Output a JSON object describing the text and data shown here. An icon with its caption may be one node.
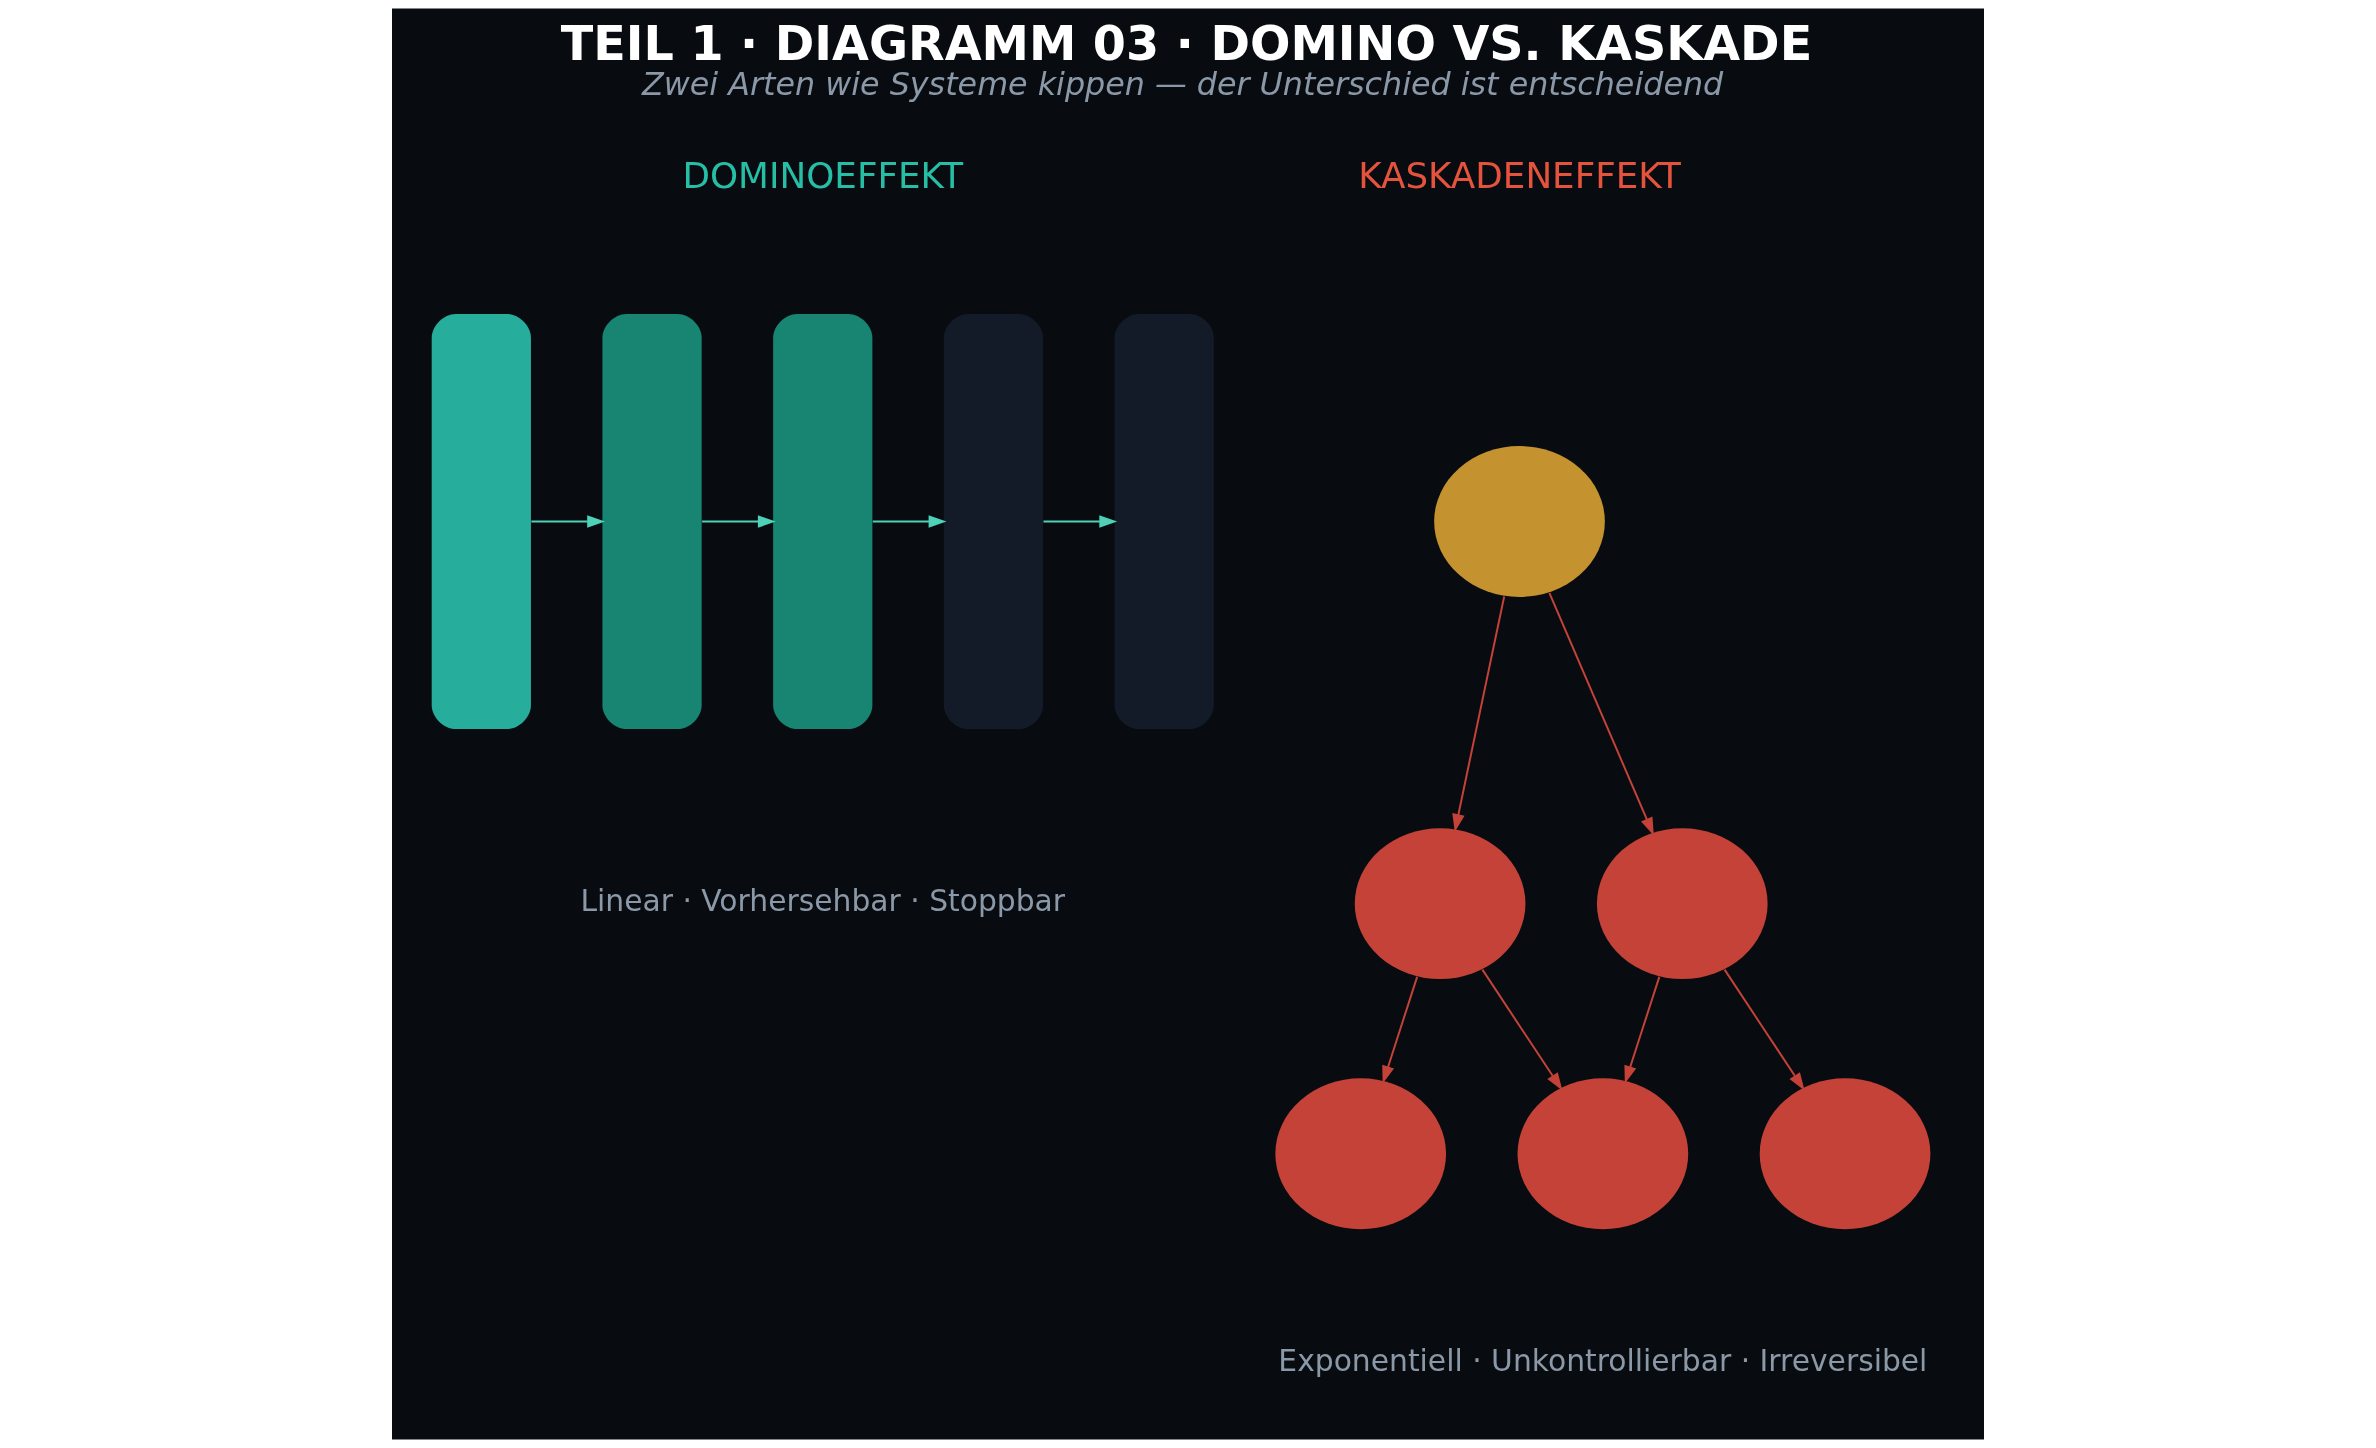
{
  "diagram": {
    "title": "TEIL 1 · DIAGRAMM 03 · DOMINO VS. KASKADE",
    "caption": "Zwei Arten wie Systeme kippen — der Unterschied ist entscheidend",
    "nodes": [
      {
        "text": [],
        "shape": "bar"
      },
      {
        "text": [],
        "shape": "bar"
      },
      {
        "text": [],
        "shape": "bar"
      },
      {
        "text": [],
        "shape": "bar"
      },
      {
        "text": [],
        "shape": "bar"
      },
      {
        "text": [],
        "shape": "circle"
      },
      {
        "text": [],
        "shape": "circle"
      },
      {
        "text": [],
        "shape": "circle"
      },
      {
        "text": [],
        "shape": "circle"
      },
      {
        "text": [],
        "shape": "circle"
      },
      {
        "text": [],
        "shape": "circle"
      }
    ],
    "edges": [
      {
        "from": 0,
        "to": 1,
        "arrow": "to",
        "color": "#4fd1b8"
      },
      {
        "from": 1,
        "to": 2,
        "arrow": "to",
        "color": "#4fd1b8"
      },
      {
        "from": 2,
        "to": 3,
        "arrow": "to",
        "color": "#4fd1b8"
      },
      {
        "from": 3,
        "to": 4,
        "arrow": "to",
        "color": "#4fd1b8"
      },
      {
        "from": 5,
        "to": 6,
        "arrow": "to"
      },
      {
        "from": 5,
        "to": 7,
        "arrow": "to"
      },
      {
        "from": 6,
        "to": 8,
        "arrow": "to"
      },
      {
        "from": 6,
        "to": 9,
        "arrow": "to"
      },
      {
        "from": 7,
        "to": 9,
        "arrow": "to"
      },
      {
        "from": 7,
        "to": 10,
        "arrow": "to"
      }
    ],
    "labels": [
      "DOMINOEFFEKT",
      "KASKADENEFFEKT",
      "Linear · Vorhersehbar · Stoppbar",
      "Exponentiell · Unkontrollierbar · Irreversibel"
    ]
  }
}
